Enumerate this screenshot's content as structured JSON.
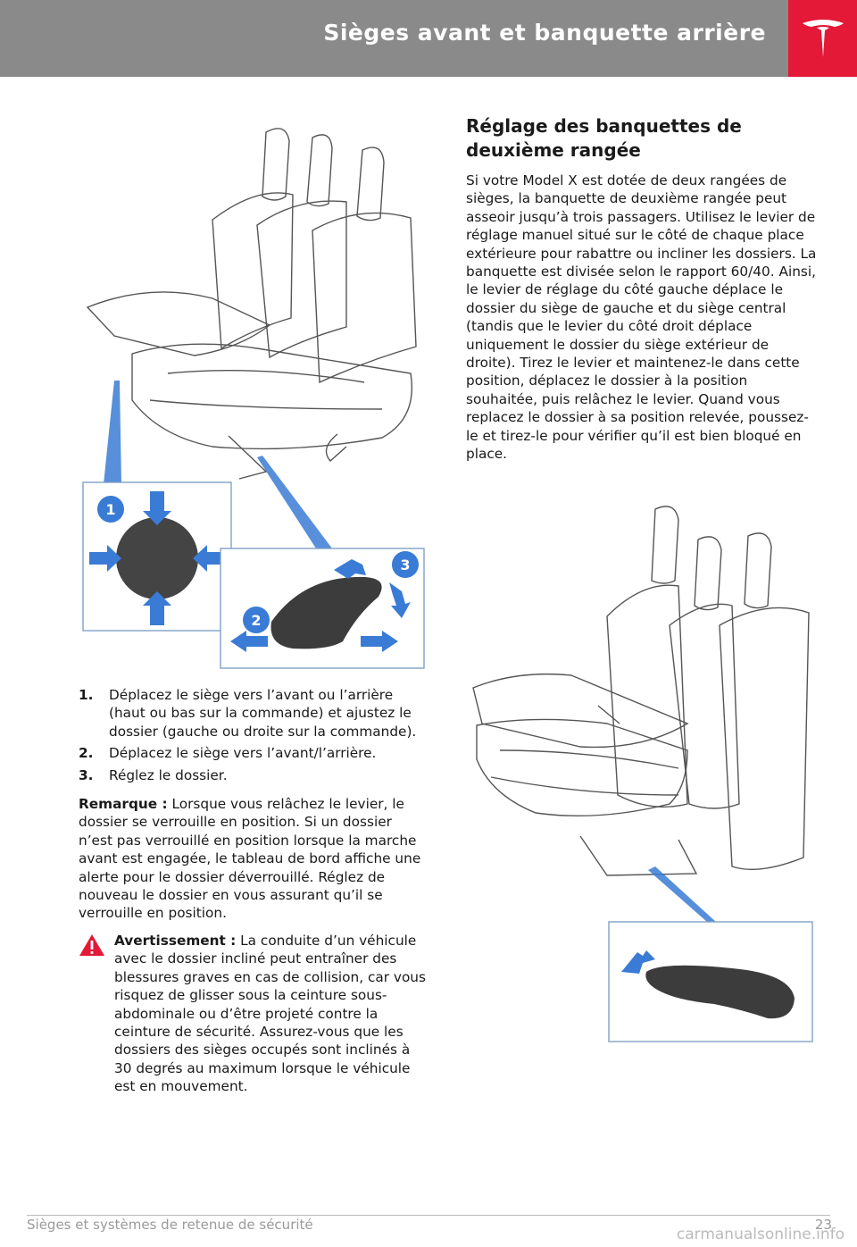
{
  "header": {
    "title": "Sièges avant et banquette arrière",
    "logo": "tesla-logo"
  },
  "figure_front": {
    "callouts": [
      "1",
      "2",
      "3"
    ]
  },
  "left": {
    "steps": [
      {
        "num": "1.",
        "text": "Déplacez le siège vers l’avant ou l’arrière (haut ou bas sur la commande) et ajustez le dossier (gauche ou droite sur la commande)."
      },
      {
        "num": "2.",
        "text": "Déplacez le siège vers l’avant/l’arrière."
      },
      {
        "num": "3.",
        "text": "Réglez le dossier."
      }
    ],
    "note_label": "Remarque :",
    "note_text": " Lorsque vous relâchez le levier, le dossier se verrouille en position. Si un dossier n’est pas verrouillé en position lorsque la marche avant est engagée, le tableau de bord affiche une alerte pour le dossier déverrouillé. Réglez de nouveau le dossier en vous assurant qu’il se verrouille en position.",
    "warning_label": "Avertissement :",
    "warning_text": " La conduite d’un véhicule avec le dossier incliné peut entraîner des blessures graves en cas de collision, car vous risquez de glisser sous la ceinture sous-abdominale ou d’être projeté contre la ceinture de sécurité. Assurez-vous que les dossiers des sièges occupés sont inclinés à 30 degrés au maximum lorsque le véhicule est en mouvement."
  },
  "right": {
    "heading": "Réglage des banquettes de deuxième rangée",
    "paragraph": "Si votre Model X est dotée de deux rangées de sièges, la banquette de deuxième rangée peut asseoir jusqu’à trois passagers. Utilisez le levier de réglage manuel situé sur le côté de chaque place extérieure pour rabattre ou incliner les dossiers. La banquette est divisée selon le rapport 60/40. Ainsi, le levier de réglage du côté gauche déplace le dossier du siège de gauche et du siège central (tandis que le levier du côté droit déplace uniquement le dossier du siège extérieur de droite). Tirez le levier et maintenez-le dans cette position, déplacez le dossier à la position souhaitée, puis relâchez le levier. Quand vous replacez le dossier à sa position relevée, poussez-le et tirez-le pour vérifier qu’il est bien bloqué en place."
  },
  "footer": {
    "section": "Sièges et systèmes de retenue de sécurité",
    "page": "23",
    "watermark": "carmanualsonline.info"
  },
  "colors": {
    "header_bg": "#8a8a8a",
    "brand_red": "#e31937",
    "callout_blue": "#3a7bd5"
  }
}
